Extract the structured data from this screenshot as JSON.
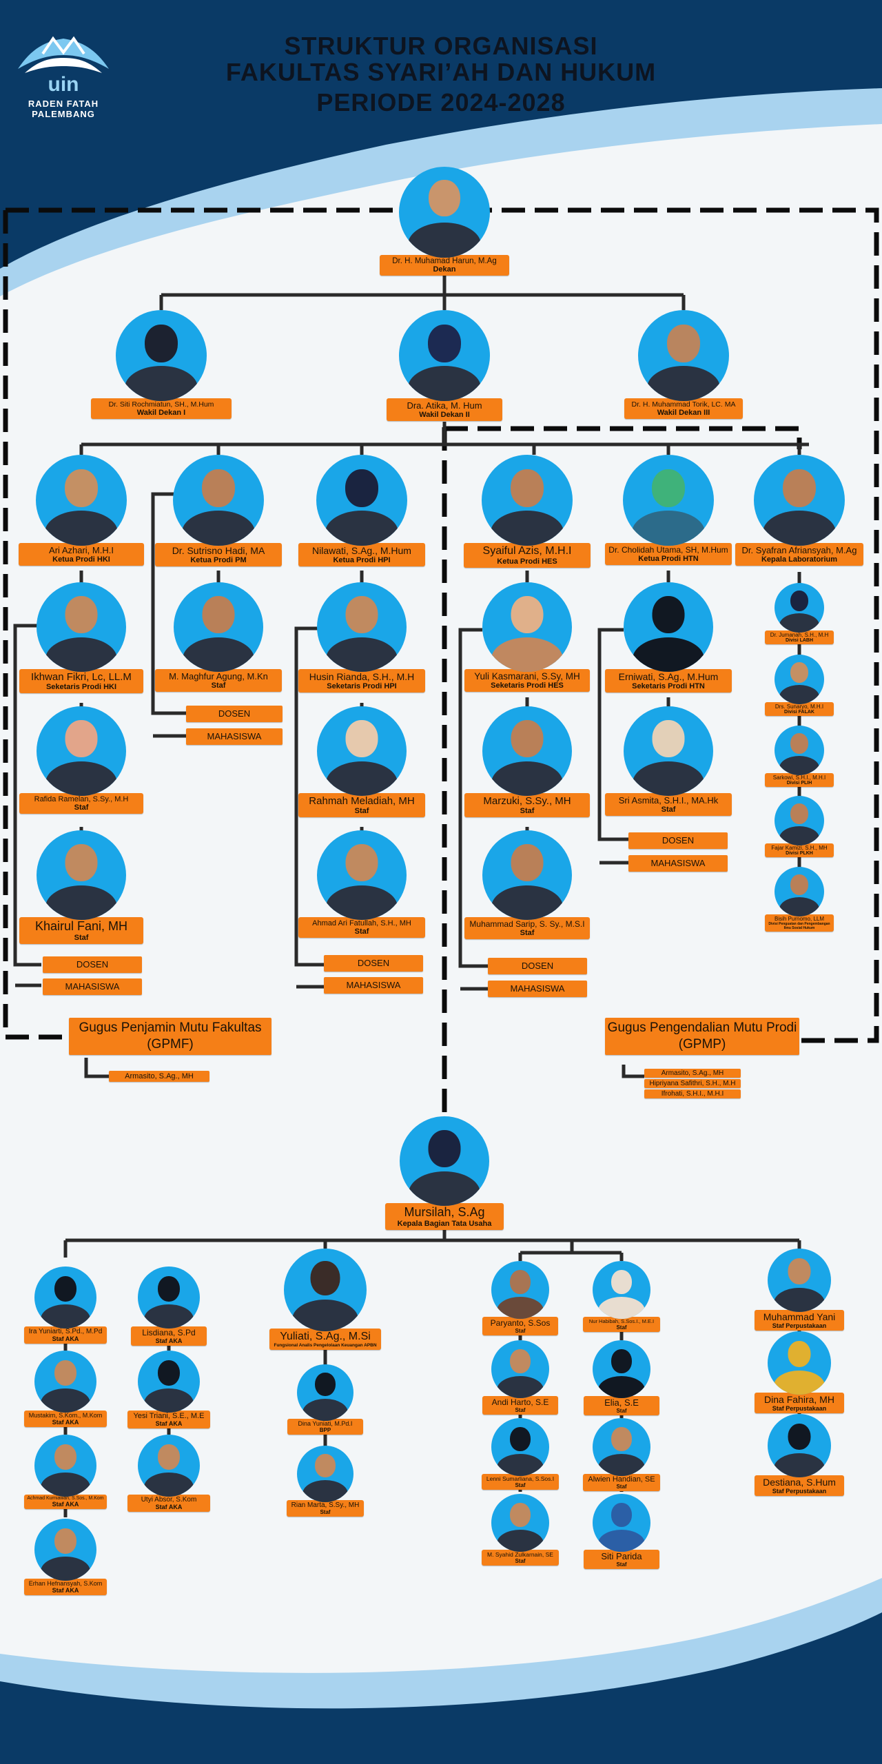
{
  "title": {
    "line1": "STRUKTUR ORGANISASI",
    "line2": "FAKULTAS SYARI’AH DAN HUKUM",
    "line3": "PERIODE 2024-2028"
  },
  "logo": {
    "line1": "RADEN FATAH",
    "line2": "PALEMBANG",
    "mark": "uin",
    "icon": "uin-logo-icon"
  },
  "colors": {
    "navy": "#0a3a66",
    "sky": "#1aa6e8",
    "orange": "#f57f17",
    "line": "#222222"
  },
  "dean": {
    "name": "Dr. H. Muhamad Harun, M.Ag",
    "role": "Dekan"
  },
  "vice_deans": [
    {
      "name": "Dr. Siti Rochmiatun, SH., M.Hum",
      "role": "Wakil Dekan I"
    },
    {
      "name": "Dra. Atika, M. Hum",
      "role": "Wakil Dekan II"
    },
    {
      "name": "Dr. H. Muhammad Torik, LC. MA",
      "role": "Wakil Dekan III"
    }
  ],
  "heads": [
    {
      "name": "Ari Azhari, M.H.I",
      "role": "Ketua Prodi HKI"
    },
    {
      "name": "Dr. Sutrisno Hadi, MA",
      "role": "Ketua Prodi PM"
    },
    {
      "name": "Nilawati, S.Ag., M.Hum",
      "role": "Ketua Prodi HPI"
    },
    {
      "name": "Syaiful Azis, M.H.I",
      "role": "Ketua Prodi HES"
    },
    {
      "name": "Dr. Cholidah Utama, SH, M.Hum",
      "role": "Ketua Prodi HTN"
    },
    {
      "name": "Dr. Syafran Afriansyah, M.Ag",
      "role": "Kepala Laboratorium"
    }
  ],
  "hki_staff": [
    {
      "name": "Ikhwan Fikri, Lc, LL.M",
      "role": "Seketaris Prodi HKI"
    },
    {
      "name": "Rafida Ramelan, S.Sy., M.H",
      "role": "Staf"
    },
    {
      "name": "Khairul Fani, MH",
      "role": "Staf"
    }
  ],
  "pm_staff": [
    {
      "name": "M. Maghfur Agung, M.Kn",
      "role": "Staf"
    }
  ],
  "hpi_staff": [
    {
      "name": "Husin Rianda, S.H., M.H",
      "role": "Seketaris Prodi HPI"
    },
    {
      "name": "Rahmah Meladiah, MH",
      "role": "Staf"
    },
    {
      "name": "Ahmad Ari Fatullah, S.H., MH",
      "role": "Staf"
    }
  ],
  "hes_staff": [
    {
      "name": "Yuli Kasmarani, S.Sy, MH",
      "role": "Seketaris Prodi HES"
    },
    {
      "name": "Marzuki, S.Sy., MH",
      "role": "Staf"
    },
    {
      "name": "Muhammad Sarip, S. Sy., M.S.I",
      "role": "Staf"
    }
  ],
  "htn_staff": [
    {
      "name": "Erniwati, S.Ag., M.Hum",
      "role": "Seketaris Prodi HTN"
    },
    {
      "name": "Sri Asmita, S.H.I., MA.Hk",
      "role": "Staf"
    }
  ],
  "lab_staff": [
    {
      "name": "Dr. Jumanah, S.H., M.H",
      "role": "Divisi LABH"
    },
    {
      "name": "Drs. Sunaryo, M.H.I",
      "role": "Divisi FALAK"
    },
    {
      "name": "Sarkowi, S.H.I., M.H.I",
      "role": "Divisi PLIH"
    },
    {
      "name": "Fajar Kamizi, S.H., MH",
      "role": "Divisi PLKH"
    },
    {
      "name": "Bisih Purnomo, LLM",
      "role": "Divisi Penguatan dan Pengembangan Ilmu Sosial Hukum"
    }
  ],
  "boxes": {
    "dosen": "DOSEN",
    "mahasiswa": "MAHASISWA"
  },
  "gpmf": {
    "title": "Gugus Penjamin Mutu Fakultas (GPMF)",
    "members": [
      "Armasito, S.Ag., MH"
    ]
  },
  "gpmp": {
    "title": "Gugus Pengendalian Mutu Prodi (GPMP)",
    "members": [
      "Armasito, S.Ag., MH",
      "Hipriyana Safithri, S.H., M.H",
      "Ifrohati, S.H.I., M.H.I"
    ]
  },
  "kabag": {
    "name": "Mursilah, S.Ag",
    "role": "Kepala Bagian Tata Usaha"
  },
  "aka_left": [
    {
      "name": "Ira Yuniarti, S.Pd., M.Pd",
      "role": "Staf AKA"
    },
    {
      "name": "Mustakim, S.Kom., M.Kom",
      "role": "Staf AKA"
    },
    {
      "name": "Achmad Kurniawan, S.Sos., M.Kom",
      "role": "Staf AKA"
    },
    {
      "name": "Erhan Hefnansyah, S.Kom",
      "role": "Staf AKA"
    }
  ],
  "aka_right": [
    {
      "name": "Lisdiana, S.Pd",
      "role": "Staf AKA"
    },
    {
      "name": "Yesi Triani, S.E., M.E",
      "role": "Staf AKA"
    },
    {
      "name": "Utyi Absor, S.Kom",
      "role": "Staf AKA"
    }
  ],
  "keu": [
    {
      "name": "Yuliati, S.Ag., M.Si",
      "role": "Fungsional Analis Pengelolaan Keuangan APBN"
    },
    {
      "name": "Dina Yuniati, M.Pd.I",
      "role": "BPP"
    },
    {
      "name": "Rian Marta, S.Sy., MH",
      "role": "Staf"
    }
  ],
  "umum_left": [
    {
      "name": "Paryanto, S.Sos",
      "role": "Staf"
    },
    {
      "name": "Andi Harto, S.E",
      "role": "Staf"
    },
    {
      "name": "Lenni Sumarliana, S.Sos.I",
      "role": "Staf"
    },
    {
      "name": "M. Syahid Zulkarnain, SE",
      "role": "Staf"
    }
  ],
  "umum_right": [
    {
      "name": "Nur Habibah, S.Sos.I., M.E.I",
      "role": "Staf"
    },
    {
      "name": "Elia, S.E",
      "role": "Staf"
    },
    {
      "name": "Alwien Handian, SE",
      "role": "Staf"
    },
    {
      "name": "Siti Parida",
      "role": "Staf"
    }
  ],
  "perpus": [
    {
      "name": "Muhammad Yani",
      "role": "Staf Perpustakaan"
    },
    {
      "name": "Dina Fahira, MH",
      "role": "Staf Perpustakaan"
    },
    {
      "name": "Destiana, S.Hum",
      "role": "Staf Perpustakaan"
    }
  ]
}
